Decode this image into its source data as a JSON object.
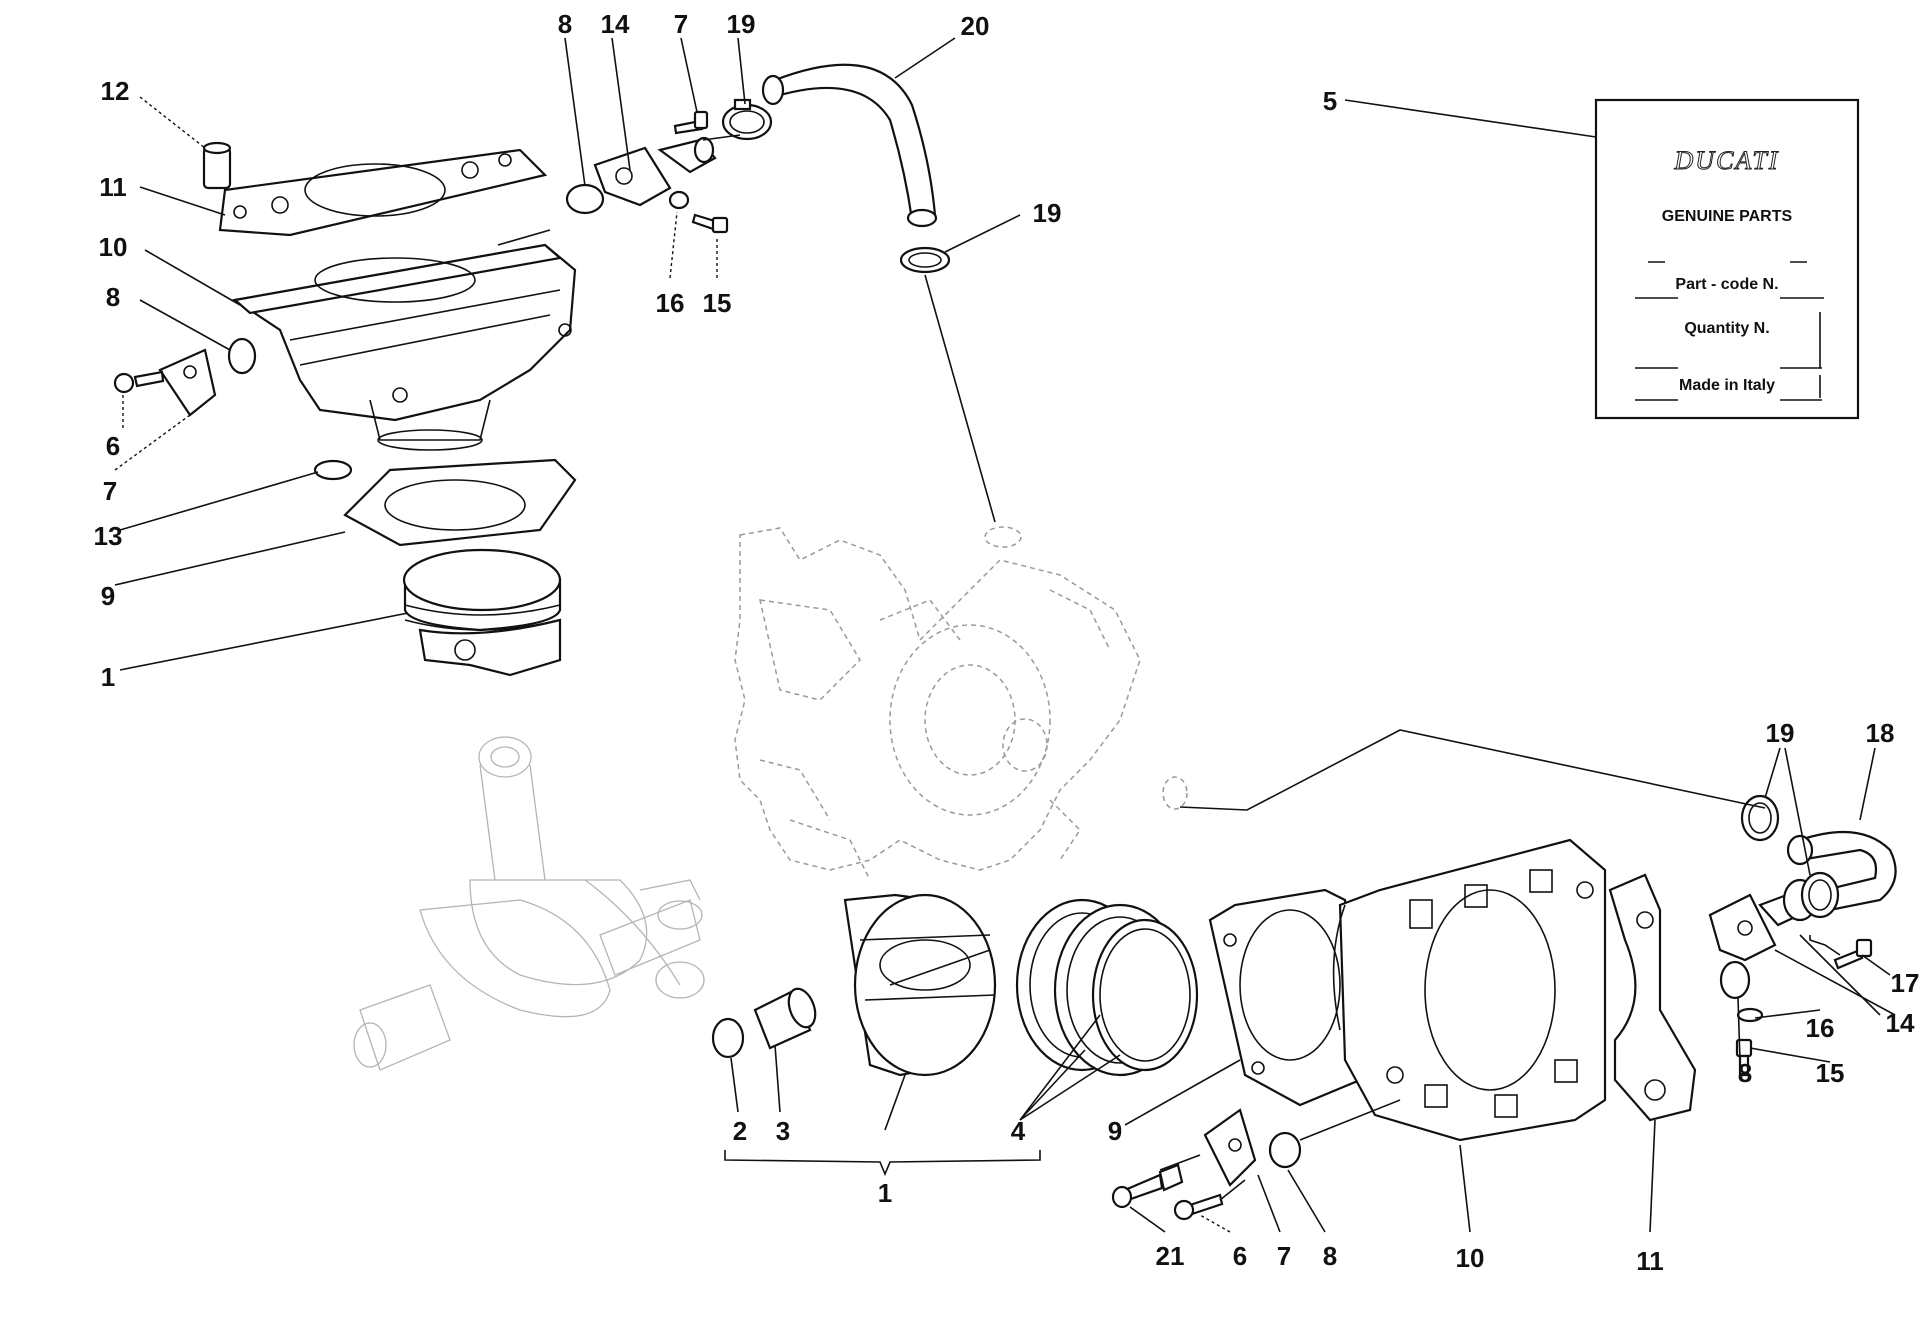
{
  "card": {
    "brand": "DUCATI",
    "genuine": "GENUINE PARTS",
    "part_code": "Part - code N.",
    "quantity": "Quantity N.",
    "made_in": "Made in Italy"
  },
  "callouts": [
    {
      "id": "c-12",
      "text": "12"
    },
    {
      "id": "c-11-top",
      "text": "11"
    },
    {
      "id": "c-10-top",
      "text": "10"
    },
    {
      "id": "c-8-left",
      "text": "8"
    },
    {
      "id": "c-6-top",
      "text": "6"
    },
    {
      "id": "c-7-left",
      "text": "7"
    },
    {
      "id": "c-13",
      "text": "13"
    },
    {
      "id": "c-9-left",
      "text": "9"
    },
    {
      "id": "c-1-left",
      "text": "1"
    },
    {
      "id": "c-8-top",
      "text": "8"
    },
    {
      "id": "c-14-top",
      "text": "14"
    },
    {
      "id": "c-7-top",
      "text": "7"
    },
    {
      "id": "c-19-top",
      "text": "19"
    },
    {
      "id": "c-20",
      "text": "20"
    },
    {
      "id": "c-19-mid",
      "text": "19"
    },
    {
      "id": "c-16-top",
      "text": "16"
    },
    {
      "id": "c-15-top",
      "text": "15"
    },
    {
      "id": "c-5",
      "text": "5"
    },
    {
      "id": "c-19-right",
      "text": "19"
    },
    {
      "id": "c-18",
      "text": "18"
    },
    {
      "id": "c-17",
      "text": "17"
    },
    {
      "id": "c-16-right",
      "text": "16"
    },
    {
      "id": "c-14-right",
      "text": "14"
    },
    {
      "id": "c-15-right",
      "text": "15"
    },
    {
      "id": "c-8-right",
      "text": "8"
    },
    {
      "id": "c-2",
      "text": "2"
    },
    {
      "id": "c-3",
      "text": "3"
    },
    {
      "id": "c-4",
      "text": "4"
    },
    {
      "id": "c-1-bottom",
      "text": "1"
    },
    {
      "id": "c-9-bottom",
      "text": "9"
    },
    {
      "id": "c-21",
      "text": "21"
    },
    {
      "id": "c-6-bottom",
      "text": "6"
    },
    {
      "id": "c-7-bottom",
      "text": "7"
    },
    {
      "id": "c-8-bottom",
      "text": "8"
    },
    {
      "id": "c-10-bottom",
      "text": "10"
    },
    {
      "id": "c-11-bottom",
      "text": "11"
    }
  ]
}
